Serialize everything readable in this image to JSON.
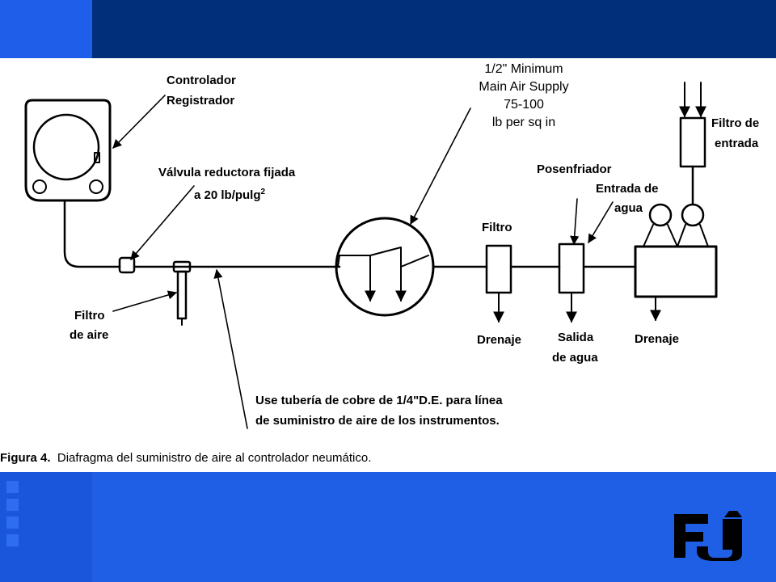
{
  "slide": {
    "colors": {
      "top_band": "#012f7a",
      "top_band_left": "#1e5ee8",
      "bottom_band": "#1f5fe6",
      "bottom_band_left": "#1a56db"
    }
  },
  "diagram": {
    "labels": {
      "controlador": "Controlador",
      "registrador": "Registrador",
      "valvula_1": "Válvula reductora fijada",
      "valvula_2": "a 20 lb/pulg",
      "valvula_sup": "2",
      "supply_1": "1/2\" Minimum",
      "supply_2": "Main Air Supply",
      "supply_3": "75-100",
      "supply_4": "lb per sq in",
      "filtro_entrada_1": "Filtro de",
      "filtro_entrada_2": "entrada",
      "posenfriador": "Posenfriador",
      "entrada_agua_1": "Entrada de",
      "entrada_agua_2": "agua",
      "filtro": "Filtro",
      "filtro_aire_1": "Filtro",
      "filtro_aire_2": "de aire",
      "drenaje_1": "Drenaje",
      "salida_1": "Salida",
      "salida_2": "de agua",
      "drenaje_2": "Drenaje",
      "tuberia_1": "Use tubería de cobre de 1/4\"D.E. para línea",
      "tuberia_2": "de suministro de aire de los instrumentos."
    }
  },
  "caption": {
    "label": "Figura 4.",
    "text": "Diafragma del suministro de aire al controlador neumático."
  },
  "logo": {
    "icon": "fj-logo-icon"
  }
}
